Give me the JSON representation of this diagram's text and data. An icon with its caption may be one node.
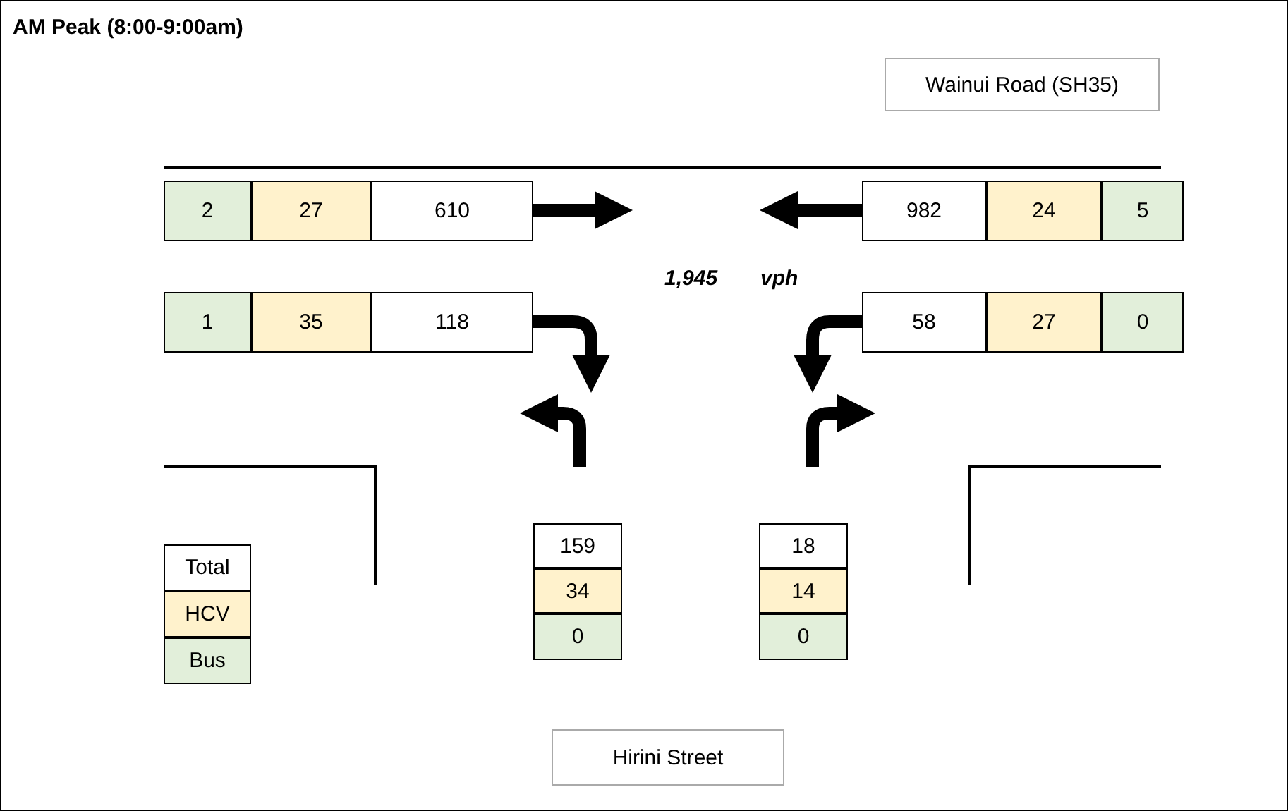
{
  "diagram": {
    "title": "AM Peak (8:00-9:00am)",
    "nodes": [
      {
        "text": [
          "Wainui Road (SH35)"
        ]
      },
      {
        "text": [
          "Hirini Street"
        ]
      }
    ],
    "labels": [
      "2",
      "27",
      "610",
      "982",
      "24",
      "5",
      "1,945",
      "vph",
      "1",
      "35",
      "118",
      "58",
      "27",
      "0",
      "159",
      "18",
      "34",
      "14",
      "0",
      "0"
    ],
    "legend": [
      {
        "text": "Total",
        "color": "#ffffff"
      },
      {
        "text": "HCV",
        "color": "#fff2cc"
      },
      {
        "text": "Bus",
        "color": "#e2efda"
      }
    ]
  }
}
